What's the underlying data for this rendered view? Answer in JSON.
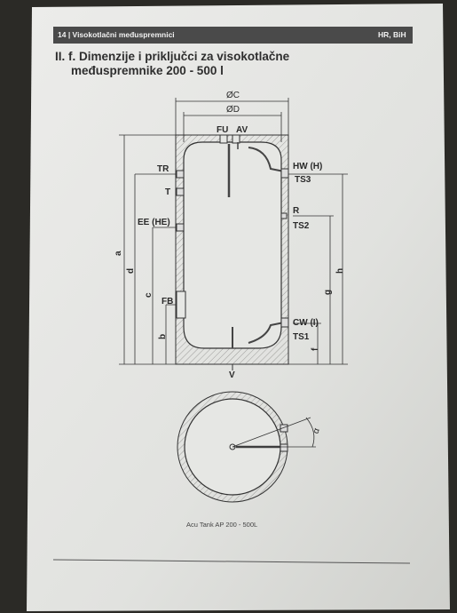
{
  "header": {
    "left": "14 | Visokotlačni međuspremnici",
    "right": "HR, BiH"
  },
  "title": {
    "line1": "II. f. Dimenzije i priključci za visokotlačne",
    "line2": "međuspremnike 200 - 500 l"
  },
  "diagram": {
    "dim_c": "ØC",
    "dim_d": "ØD",
    "fu": "FU",
    "av": "AV",
    "tr": "TR",
    "t": "T",
    "ee_he": "EE (HE)",
    "fb": "FB",
    "hw_h": "HW (H)",
    "ts3": "TS3",
    "r": "R",
    "ts2": "TS2",
    "cw_i": "CW (I)",
    "ts1": "TS1",
    "v": "V",
    "dim_a": "a",
    "dim_b": "b",
    "dim_c_side": "c",
    "dim_d_side": "d",
    "dim_f": "f",
    "dim_g": "g",
    "dim_h": "h",
    "angle": "α"
  },
  "caption": "Acu Tank AP 200 - 500L",
  "colors": {
    "paper": "#e4e5e2",
    "header_bar": "#4a4a4a",
    "ink": "#2a2a2a",
    "background": "#2b2a26"
  }
}
